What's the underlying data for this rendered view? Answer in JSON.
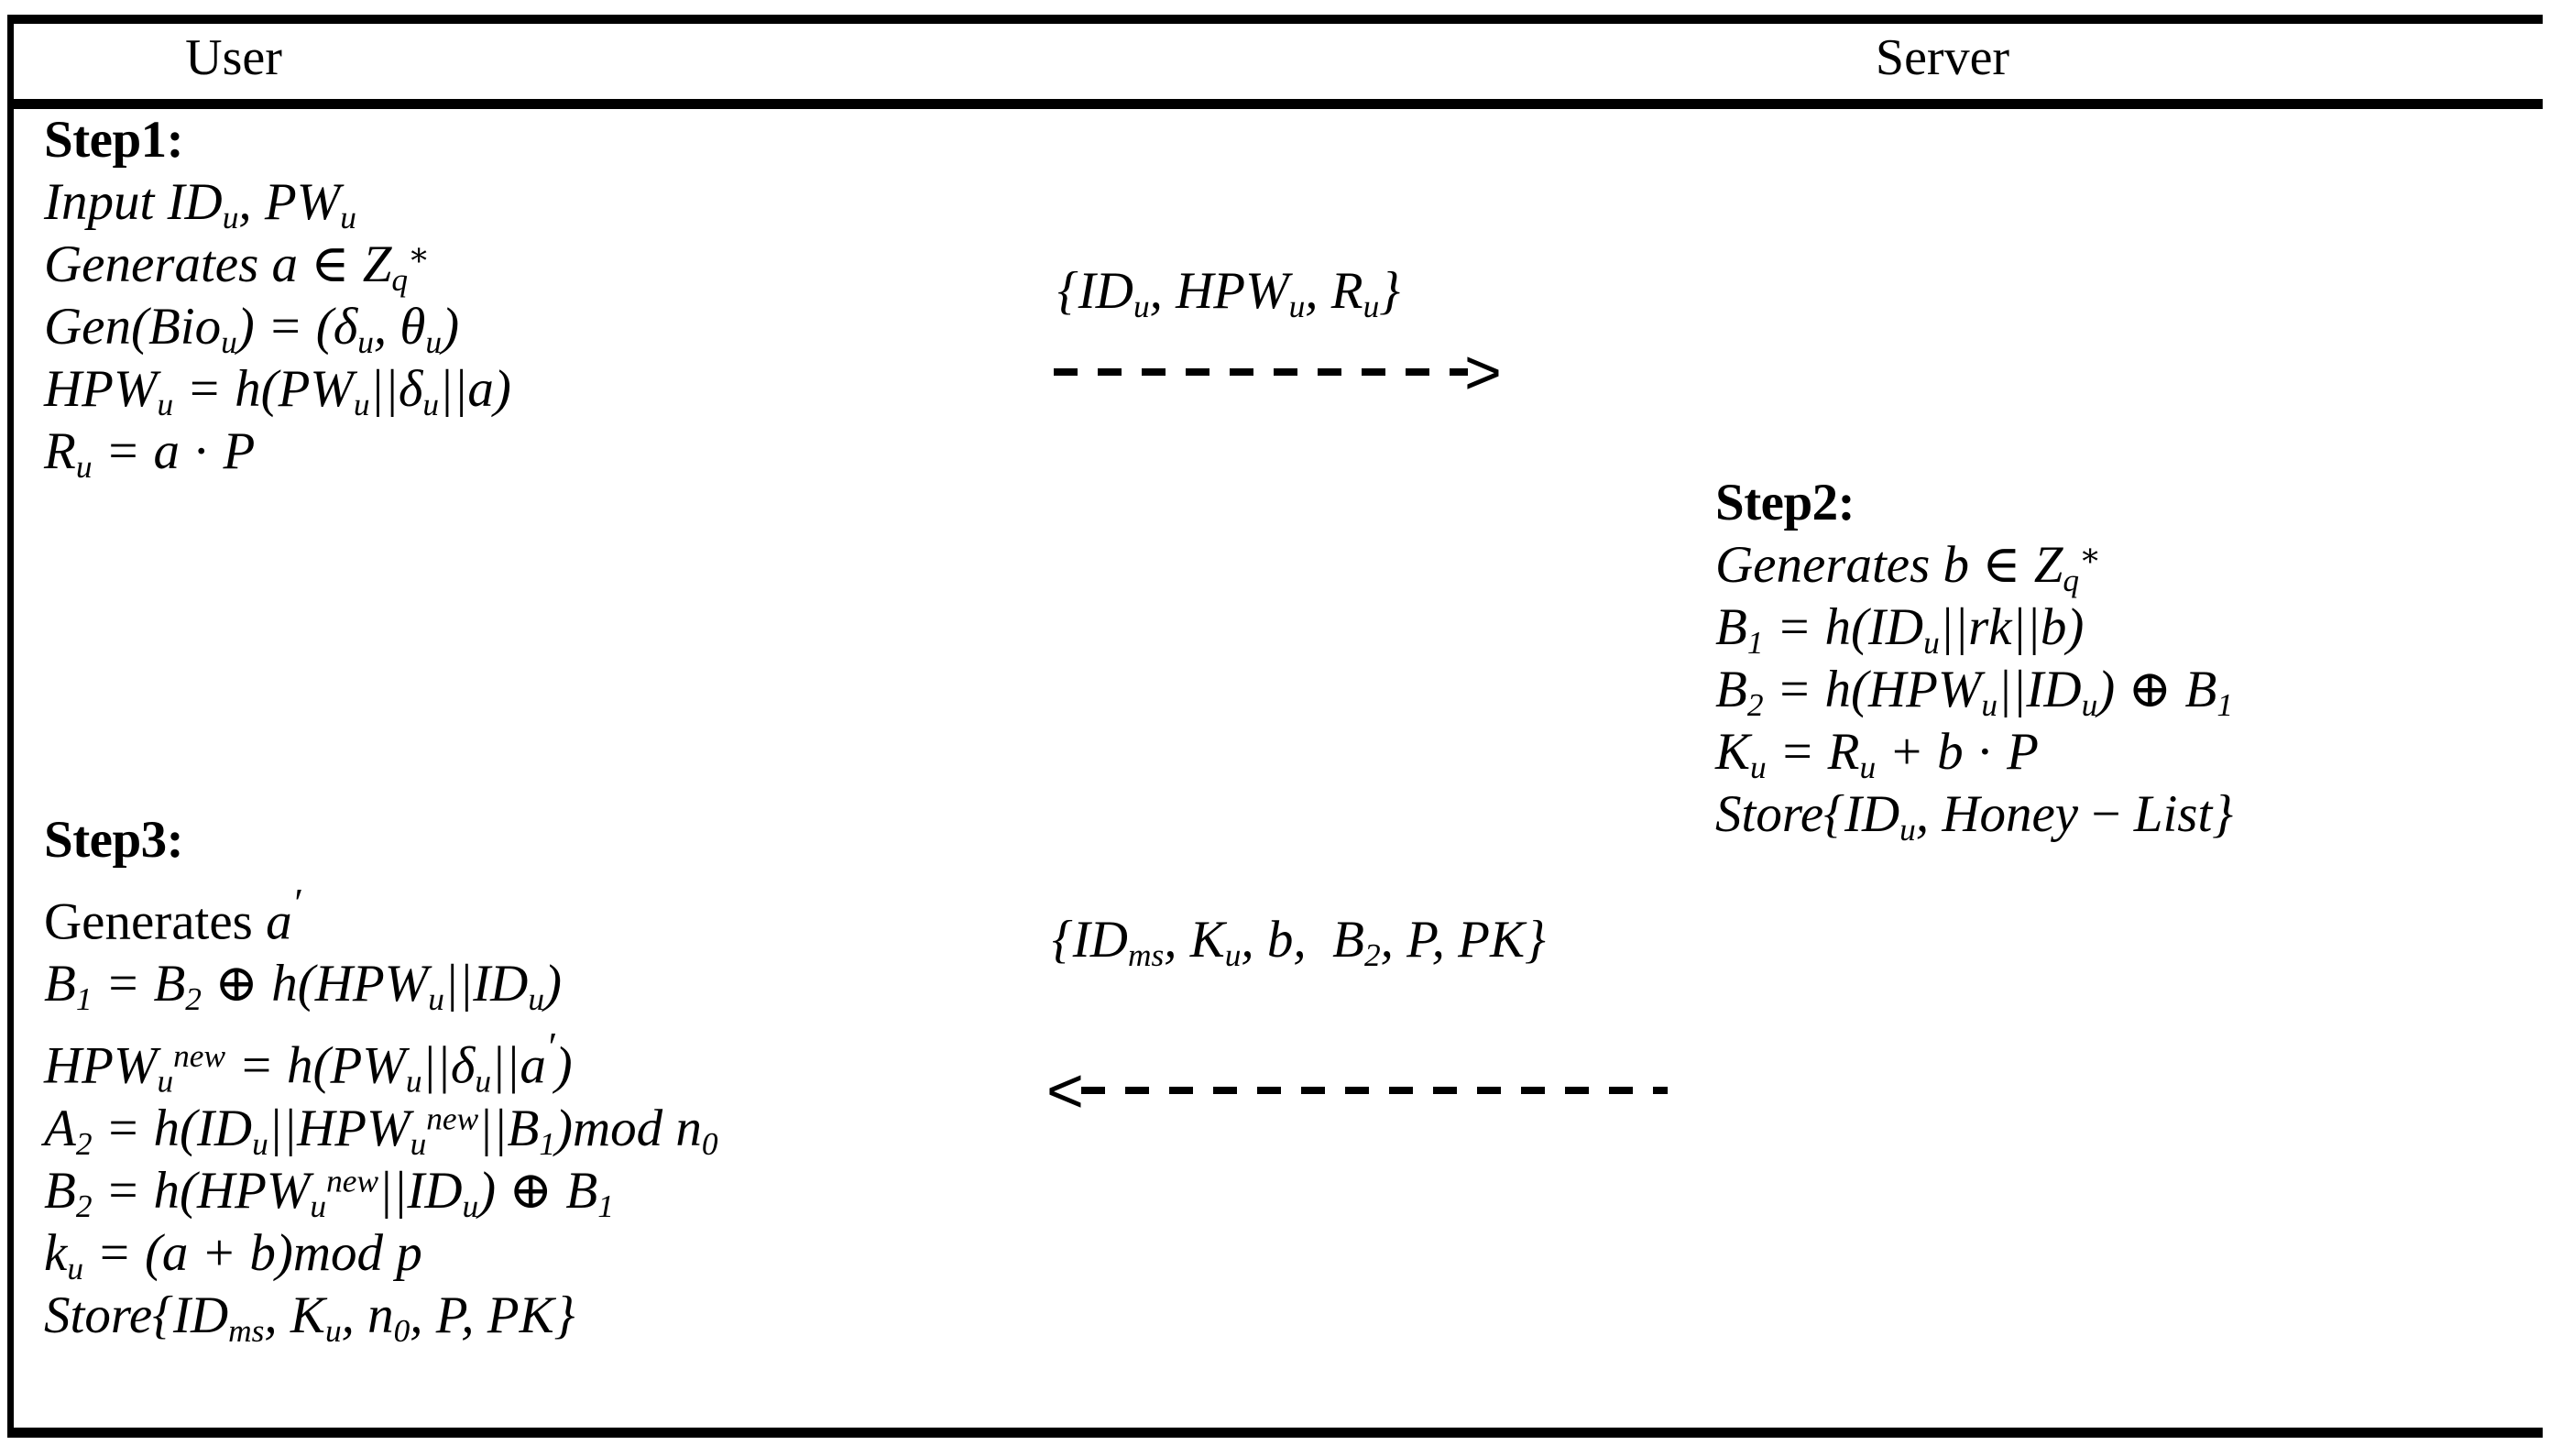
{
  "figure": {
    "type": "protocol-sequence-table",
    "columns": [
      "User",
      "Server"
    ],
    "background_color": "#ffffff",
    "text_color": "#000000"
  },
  "header": {
    "user_label": "User",
    "server_label": "Server"
  },
  "user_column": {
    "step1": {
      "title": "Step1:",
      "lines": [
        "Input ID_u, PW_u",
        "Generates a ∈ Z_q^*",
        "Gen(Bio_u) = (δ_u, θ_u)",
        "HPW_u = h(PW_u||δ_u||a)",
        "R_u = a · P"
      ]
    },
    "step3": {
      "title": "Step3:",
      "lines": [
        "Generates a′",
        "B_1 = B_2 ⊕ h(HPW_u||ID_u)",
        "HPW_u^new = h(PW_u||δ_u||a′)",
        "A_2 = h(ID_u||HPW_u^new||B_1)mod n_0",
        "B_2 = h(HPW_u^new||ID_u) ⊕ B_1",
        "k_u = (a + b)mod p",
        "Store{ID_ms, K_u, n_0, P, PK}"
      ]
    }
  },
  "server_column": {
    "step2": {
      "title": "Step2:",
      "lines": [
        "Generates b ∈ Z_q^*",
        "B_1 = h(ID_u||rk||b)",
        "B_2 = h(HPW_u||ID_u) ⊕ B_1",
        "K_u = R_u + b · P",
        "Store{ID_u, Honey − List}"
      ]
    }
  },
  "messages": [
    {
      "label": "{ID_u, HPW_u, R_u}",
      "direction": "user-to-server",
      "arrow_style": "dashed",
      "arrow_head": "&gt;"
    },
    {
      "label": "{ID_ms, K_u, b, B_2, P, PK}",
      "direction": "server-to-user",
      "arrow_style": "dashed",
      "arrow_head": "&lt;"
    }
  ]
}
